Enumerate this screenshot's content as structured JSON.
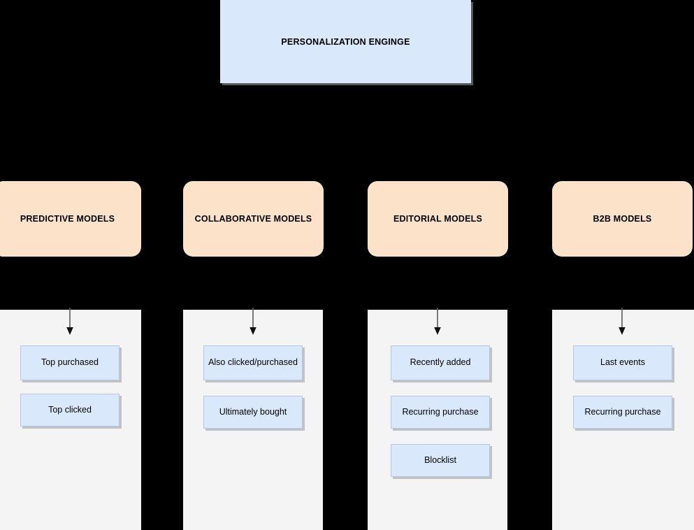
{
  "diagram": {
    "engine": {
      "label": "PERSONALIZATION ENGINGE",
      "color": "#dae8fc"
    },
    "model_color": "#fde2ca",
    "panel_color": "#f4f4f4",
    "item_color": "#dae8fc",
    "background": "#000000",
    "arrow_icon": "down-arrow-icon",
    "columns": [
      {
        "model_label": "PREDICTIVE MODELS",
        "items": [
          {
            "label": "Top purchased"
          },
          {
            "label": "Top clicked"
          }
        ]
      },
      {
        "model_label": "COLLABORATIVE MODELS",
        "items": [
          {
            "label": "Also clicked/purchased"
          },
          {
            "label": "Ultimately bought"
          }
        ]
      },
      {
        "model_label": "EDITORIAL MODELS",
        "items": [
          {
            "label": "Recently added"
          },
          {
            "label": "Recurring purchase"
          },
          {
            "label": "Blocklist"
          }
        ]
      },
      {
        "model_label": "B2B MODELS",
        "items": [
          {
            "label": "Last events"
          },
          {
            "label": "Recurring purchase"
          }
        ]
      }
    ]
  }
}
